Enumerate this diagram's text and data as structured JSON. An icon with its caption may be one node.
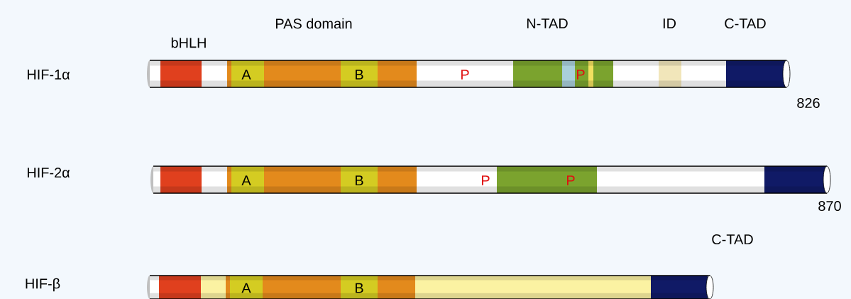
{
  "diagram": {
    "nodes": [
      {
        "text": [
          "A",
          "B",
          "P",
          "P"
        ],
        "beside": [
          "826"
        ]
      },
      {
        "text": [
          "A",
          "B",
          "P",
          "P"
        ],
        "beside": [
          "870"
        ]
      },
      {
        "text": [
          "A",
          "B"
        ]
      }
    ],
    "labels": [
      "PAS domain",
      "N-TAD",
      "ID",
      "C-TAD",
      "bHLH",
      "HIF-1α",
      "HIF-2α",
      "C-TAD",
      "HIF-β"
    ]
  }
}
